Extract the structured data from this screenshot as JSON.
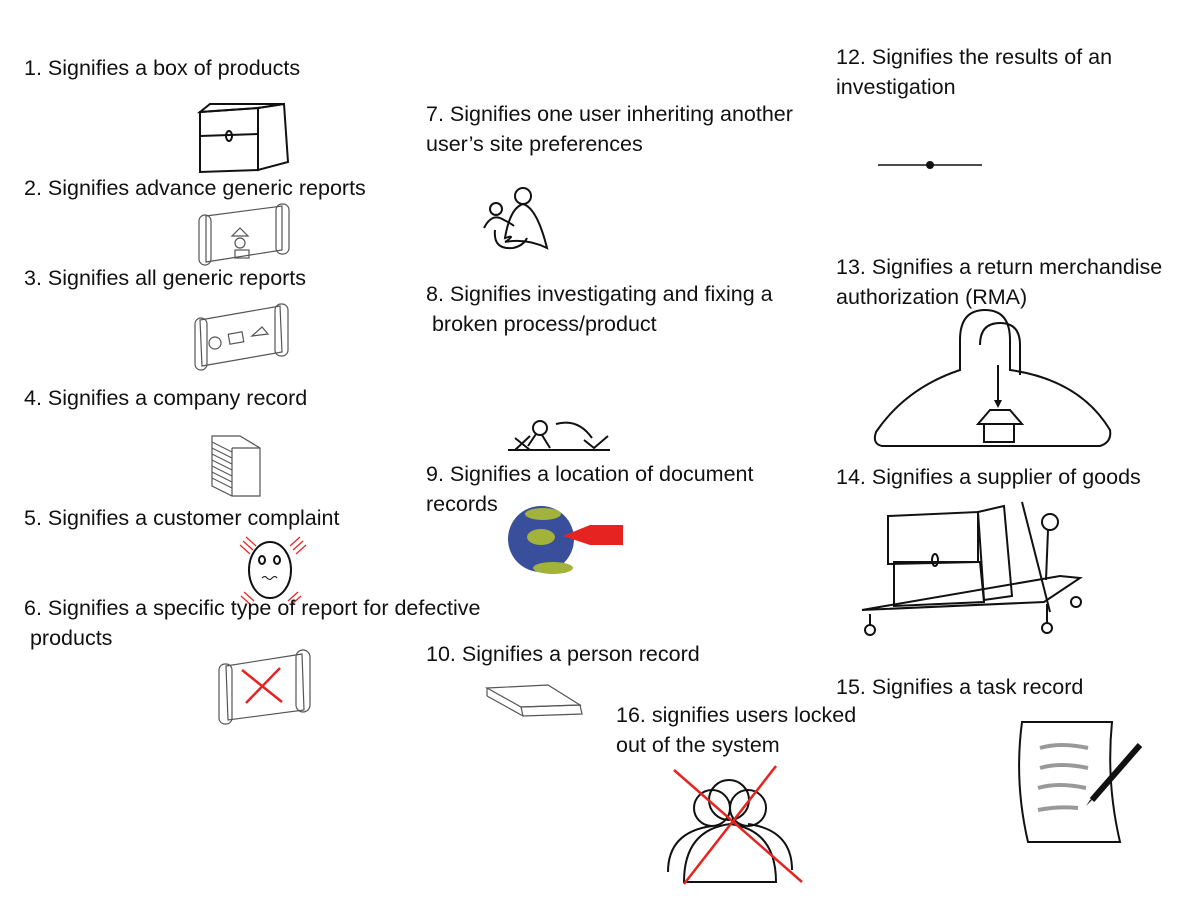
{
  "items": [
    {
      "n": "1",
      "text": "1. Signifies a box of products"
    },
    {
      "n": "2",
      "text": "2. Signifies advance generic reports"
    },
    {
      "n": "3",
      "text": "3. Signifies all generic reports"
    },
    {
      "n": "4",
      "text": "4. Signifies a company record"
    },
    {
      "n": "5",
      "text": "5. Signifies a customer complaint"
    },
    {
      "n": "6",
      "line1": "6. Signifies a specific type of report for defective",
      "line2": " products"
    },
    {
      "n": "7",
      "line1": "7. Signifies one user inheriting another",
      "line2": "user’s site preferences"
    },
    {
      "n": "8",
      "line1": "8. Signifies investigating and fixing a",
      "line2": " broken process/product"
    },
    {
      "n": "9",
      "line1": "9. Signifies a location of document",
      "line2": "records"
    },
    {
      "n": "10",
      "text": "10. Signifies a person record"
    },
    {
      "n": "12",
      "line1": "12. Signifies the results of an",
      "line2": "investigation"
    },
    {
      "n": "13",
      "line1": "13. Signifies a return merchandise",
      "line2": "authorization (RMA)"
    },
    {
      "n": "14",
      "text": "14. Signifies a supplier of goods"
    },
    {
      "n": "15",
      "text": "15. Signifies a task record"
    },
    {
      "n": "16",
      "line1": "16. signifies users locked",
      "line2": "out of the system"
    }
  ],
  "colors": {
    "red": "#e52421",
    "globe_blue": "#3a4f9c",
    "land_green": "#a3b23a"
  }
}
